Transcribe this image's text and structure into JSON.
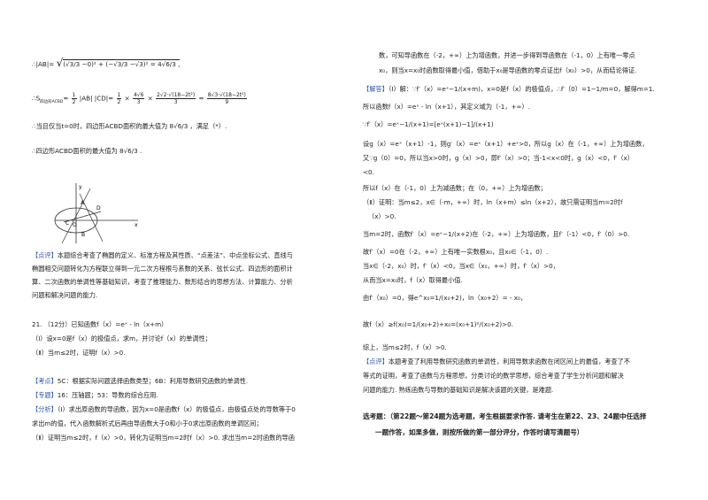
{
  "left": {
    "l1": "∴|AB|=",
    "l1_rest": "(√3/3 −0)² + (−√3/3 −√3)² = 4√6/3 ,",
    "l2_a": "∴S",
    "l2_sub": "四边形ACBD",
    "l2_b": "=",
    "l2_c": "|AB| |CD|=",
    "l2_d": "×",
    "l2_e": "×",
    "l2_f": "=",
    "l3": "∴当且仅当t=0时，四边形ACBD面积的最大值为 8√6/3 ，满足（*）.",
    "l4": "∴四边形ACBD面积的最大值为 8√6/3 .",
    "fig_labels": [
      "A",
      "C",
      "D",
      "B",
      "O",
      "x",
      "y"
    ],
    "comment_tag": "【点评】",
    "comment": [
      "本题综合考查了椭圆的定义、标准方程及其性质、“点差法”、中点坐标公式、直线与",
      "椭圆相交问题转化为方程联立得到一元二次方程根与系数的关系、弦长公式、四边形的面积计",
      "算、二次函数的单调性等基础知识，考查了推理能力、数形结合的思想方法、计算能力、分析",
      "问题和解决问题的能力."
    ],
    "q21": "21.  （12分）已知函数f（x）=eˣ - ln（x+m）",
    "q21_1": "（Ⅰ）设x=0是f（x）的极值点，求m，并讨论f（x）的单调性；",
    "q21_2": "（Ⅱ）当m≤2时，证明f（x）>0.",
    "kaodian_tag": "【考点】",
    "kaodian": "5C：根据实际问题选择函数类型；6B：利用导数研究函数的单调性.",
    "zhuanti_tag": "【专题】",
    "zhuanti": "16：压轴题；53：导数的综合应用.",
    "fenxi_tag": "【分析】",
    "fenxi": [
      "（Ⅰ）求出原函数的导函数，因为x=0是函数f（x）的极值点，由极值点处的导数等于0",
      "求出m的值，代入函数解析式后再由导函数大于0和小于0求出原函数的单调区间；",
      "（Ⅱ）证明当m≤2时，f（x）>0，转化为证明当m=2时f（x）>0. 求出当m=2时函数的导函"
    ]
  },
  "right": {
    "r1": "数，可知导函数在（-2，+∞）上为增函数，并进一步得到导函数在（-1，0）上有唯一零点",
    "r2": "x₀，则当x=x₀时函数取得最小值，借助于x₀是导函数的零点证出f（x₀）>0，从而结论得证.",
    "jieda_tag": "【解答】",
    "r3": "（Ⅰ）解：∵f′（x）=eˣ−1/(x+m)，x=0是f（x）的极值点，∴f′（0）=1−1/m=0，解得m=1.",
    "r4": "所以函数f（x）=eˣ - ln（x+1），其定义域为（-1，+∞）.",
    "r5": "∵f′（x）=eˣ−1/(x+1)=[eˣ(x+1)−1]/(x+1)",
    "r6": "设g（x）=eˣ（x+1）-1，则g′（x）=eˣ（x+1）+eˣ>0，所以g（x）在（-1，+∞）上为增函数，",
    "r7": "又∵g（0）=0，所以当x>0时，g（x）>0，即f′（x）>0；当-1<x<0时，g（x）<0，f′（x）",
    "r8": "<0.",
    "r9": "所以f（x）在（-1，0）上为减函数；在（0，+∞）上为增函数；",
    "r10": "（Ⅱ）证明：当m≤2，x∈（-m，+∞）时，ln（x+m）≤ln（x+2），故只需证明当m=2时f",
    "r11": "（x）>0.",
    "r12": "当m=2时，函数f′（x）=eˣ−1/(x+2)在（-2，+∞）上为增函数，且f′（-1）<0，f′（0）>0.",
    "r13": "故f′（x）=0在（-2，+∞）上有唯一实数根x₀，且x₀∈（-1，0）.",
    "r14": "当x∈（-2，x₀）时，f′（x）<0，当x∈（x₀，+∞）时，f′（x）>0，",
    "r15": "从而当x=x₀时，f（x）取得最小值.",
    "r16": "由f′（x₀）=0，得e^x₀=1/(x₀+2)，ln（x₀+2）= - x₀，",
    "r17": "故f（x）≥f(x₀)=1/(x₀+2)+x₀=(x₀+1)²/(x₀+2)>0.",
    "r18": "综上，当m≤2时，f（x）>0.",
    "dianping_tag": "【点评】",
    "dianping": [
      "本题考查了利用导数研究函数的单调性，利用导数求函数在闭区间上的最值，考查了不",
      "等式的证明，考查了函数与方程思想，分类讨论的数学思想，综合考查了学生分析问题和解决",
      "问题的能力. 熟练函数与导数的基础知识是解决该题的关键，是难题."
    ],
    "xuankao": [
      "选考题：（第22题～第24题为选考题，考生根据要求作答. 请考生在第22、23、24题中任选择",
      "一题作答，如果多做，则按所做的第一部分评分，作答时请写清题号）"
    ]
  }
}
